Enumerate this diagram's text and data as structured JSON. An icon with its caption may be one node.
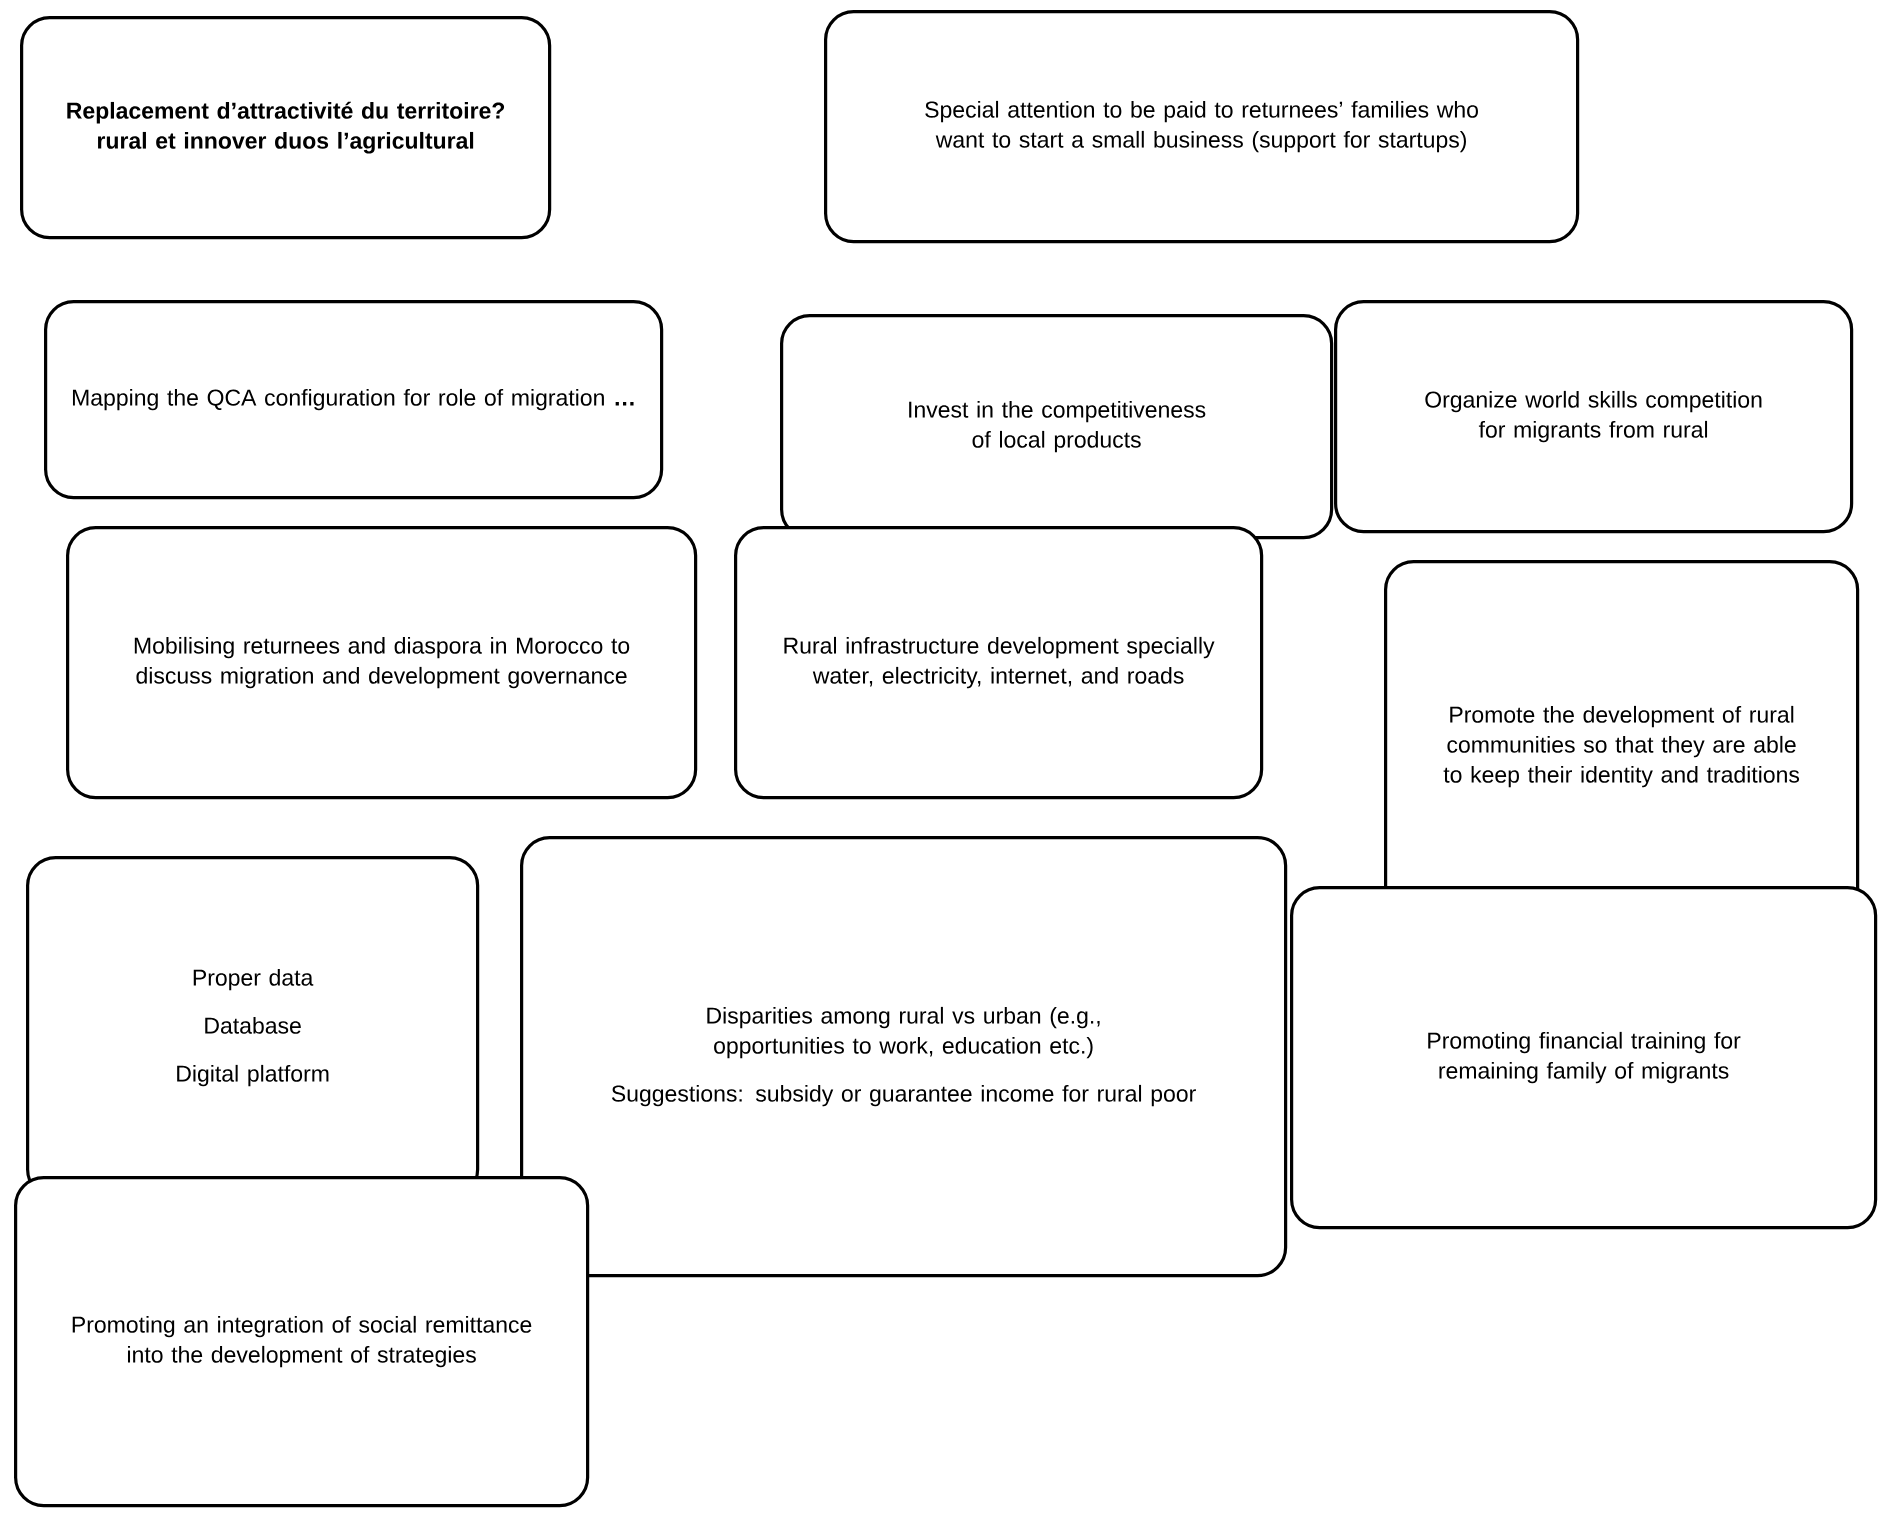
{
  "diagram": {
    "nodes": [
      {
        "text": [
          "Replacement d’attractivité du territoire? rural et innover duos l’agricultural"
        ]
      },
      {
        "text": [
          "Special attention to be paid to returnees’ families who want to start a small business (support for startups)"
        ]
      },
      {
        "text": [
          "Mapping the QCA configuration for role of migration **…**"
        ]
      },
      {
        "text": [
          "Invest in the competitiveness of local products"
        ]
      },
      {
        "text": [
          "Organize world skills competition for migrants from rural"
        ]
      },
      {
        "text": [
          "Mobilising returnees and diaspora in Morocco to discuss migration and development governance"
        ]
      },
      {
        "text": [
          "Rural infrastructure development specially water, electricity, internet, and roads"
        ]
      },
      {
        "text": [
          "Promote the development of rural communities so that they are able to keep their identity and traditions"
        ]
      },
      {
        "text": [
          "Proper data",
          "Database",
          "Digital platform"
        ]
      },
      {
        "text": [
          "Disparities among rural vs urban (e.g., opportunities to work, education etc.)",
          "Suggestions: subsidy or guarantee income for rural poor"
        ]
      },
      {
        "text": [
          "Promoting financial training for remaining family of migrants"
        ]
      },
      {
        "text": [
          "Promoting an integration of social remittance into the development of strategies"
        ]
      }
    ]
  }
}
